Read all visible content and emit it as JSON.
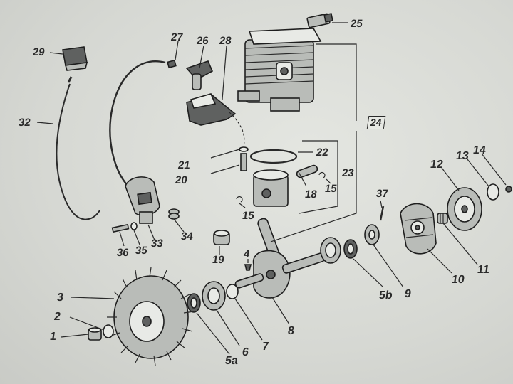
{
  "labels": {
    "p1": "1",
    "p2": "2",
    "p3": "3",
    "p4": "4",
    "p5a": "5a",
    "p5b": "5b",
    "p6": "6",
    "p7": "7",
    "p8": "8",
    "p9": "9",
    "p10": "10",
    "p11": "11",
    "p12": "12",
    "p13": "13",
    "p14": "14",
    "p15a": "15",
    "p15b": "15",
    "p18": "18",
    "p19": "19",
    "p20": "20",
    "p21": "21",
    "p22": "22",
    "p23": "23",
    "p24": "24",
    "p25": "25",
    "p26": "26",
    "p27": "27",
    "p28": "28",
    "p29": "29",
    "p32": "32",
    "p33": "33",
    "p34": "34",
    "p35": "35",
    "p36": "36",
    "p37": "37"
  },
  "colors": {
    "background": "#d9dbd6",
    "ink": "#2a2a2a",
    "part_fill": "#b9bcb8",
    "part_dark": "#5f6160"
  }
}
